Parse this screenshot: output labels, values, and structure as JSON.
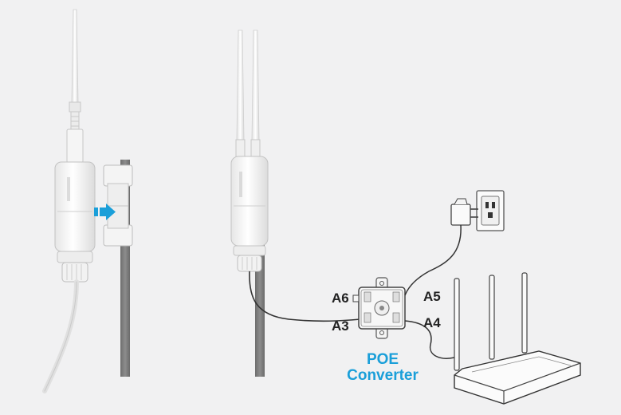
{
  "labels": {
    "a6": "A6",
    "a5": "A5",
    "a3": "A3",
    "a4": "A4"
  },
  "converter": {
    "title_line1": "POE",
    "title_line2": "Converter"
  },
  "colors": {
    "background": "#f1f1f2",
    "accent": "#1a9fd9",
    "pole": "#7f7f7f",
    "cable": "#333333",
    "device": "#fafafa",
    "outline": "#c8c8c8"
  },
  "icons": {
    "mount_arrow": "arrow-right-icon"
  }
}
